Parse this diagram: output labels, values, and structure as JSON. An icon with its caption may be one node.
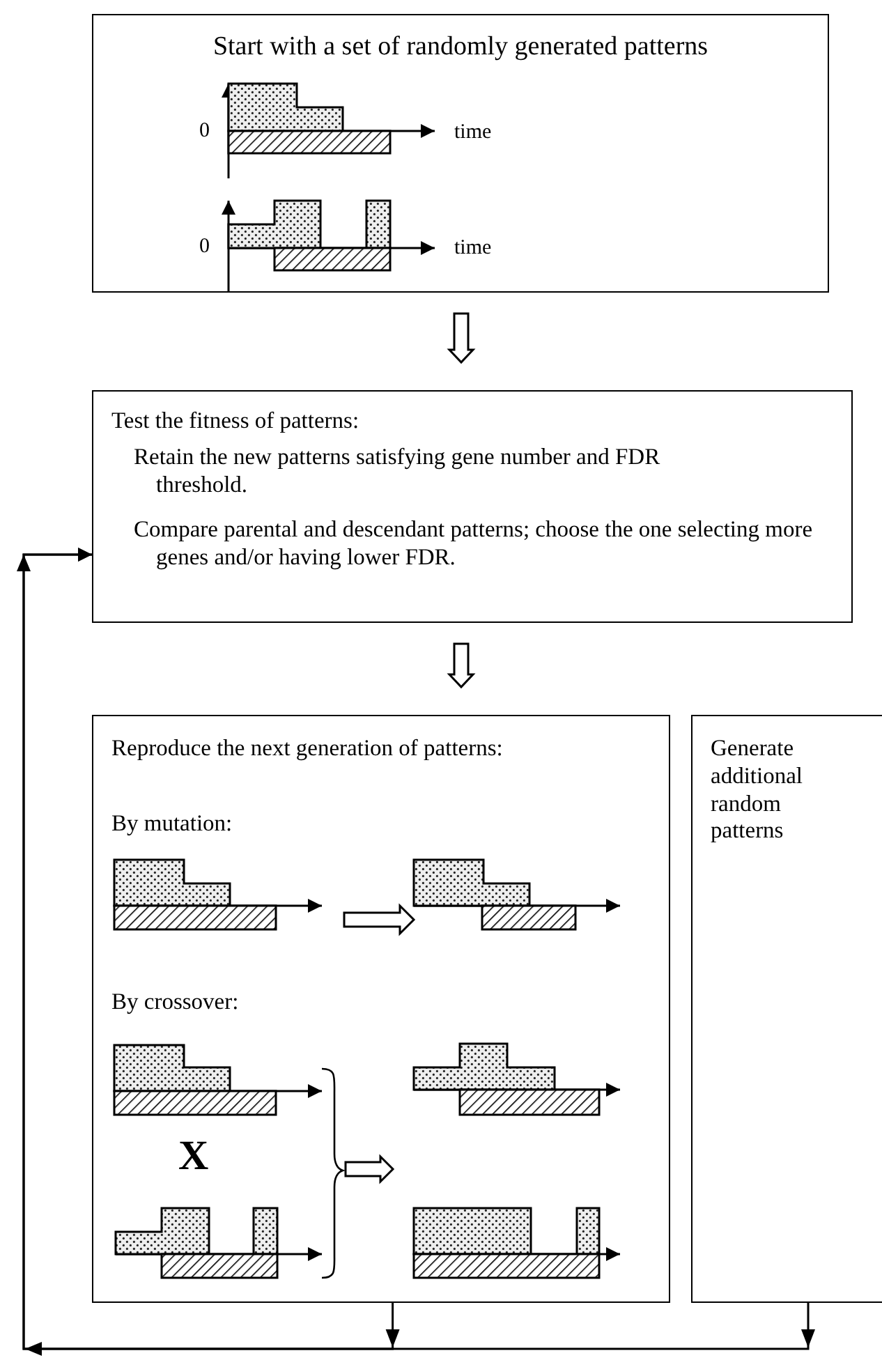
{
  "diagram": {
    "nodes": [
      {
        "text": [
          "Start with a set of randomly generated patterns"
        ]
      },
      {
        "text": [
          "Test the fitness of patterns:",
          "Retain the new patterns satisfying gene number and FDR threshold.",
          "Compare parental and descendant patterns; choose the one selecting more genes and/or having lower FDR."
        ]
      },
      {
        "text": [
          "Reproduce the next generation of patterns:",
          "By mutation:",
          "By crossover:"
        ]
      },
      {
        "text": [
          "Generate additional random patterns"
        ]
      }
    ],
    "edges": [
      {
        "from": 0,
        "to": 1,
        "arrow": "to"
      },
      {
        "from": 1,
        "to": 2,
        "arrow": "to"
      },
      {
        "from": 2,
        "to": 1,
        "arrow": "to"
      },
      {
        "from": 3,
        "to": 1,
        "arrow": "to"
      }
    ],
    "labels": [
      "0",
      "time",
      "0",
      "time",
      "X"
    ]
  }
}
